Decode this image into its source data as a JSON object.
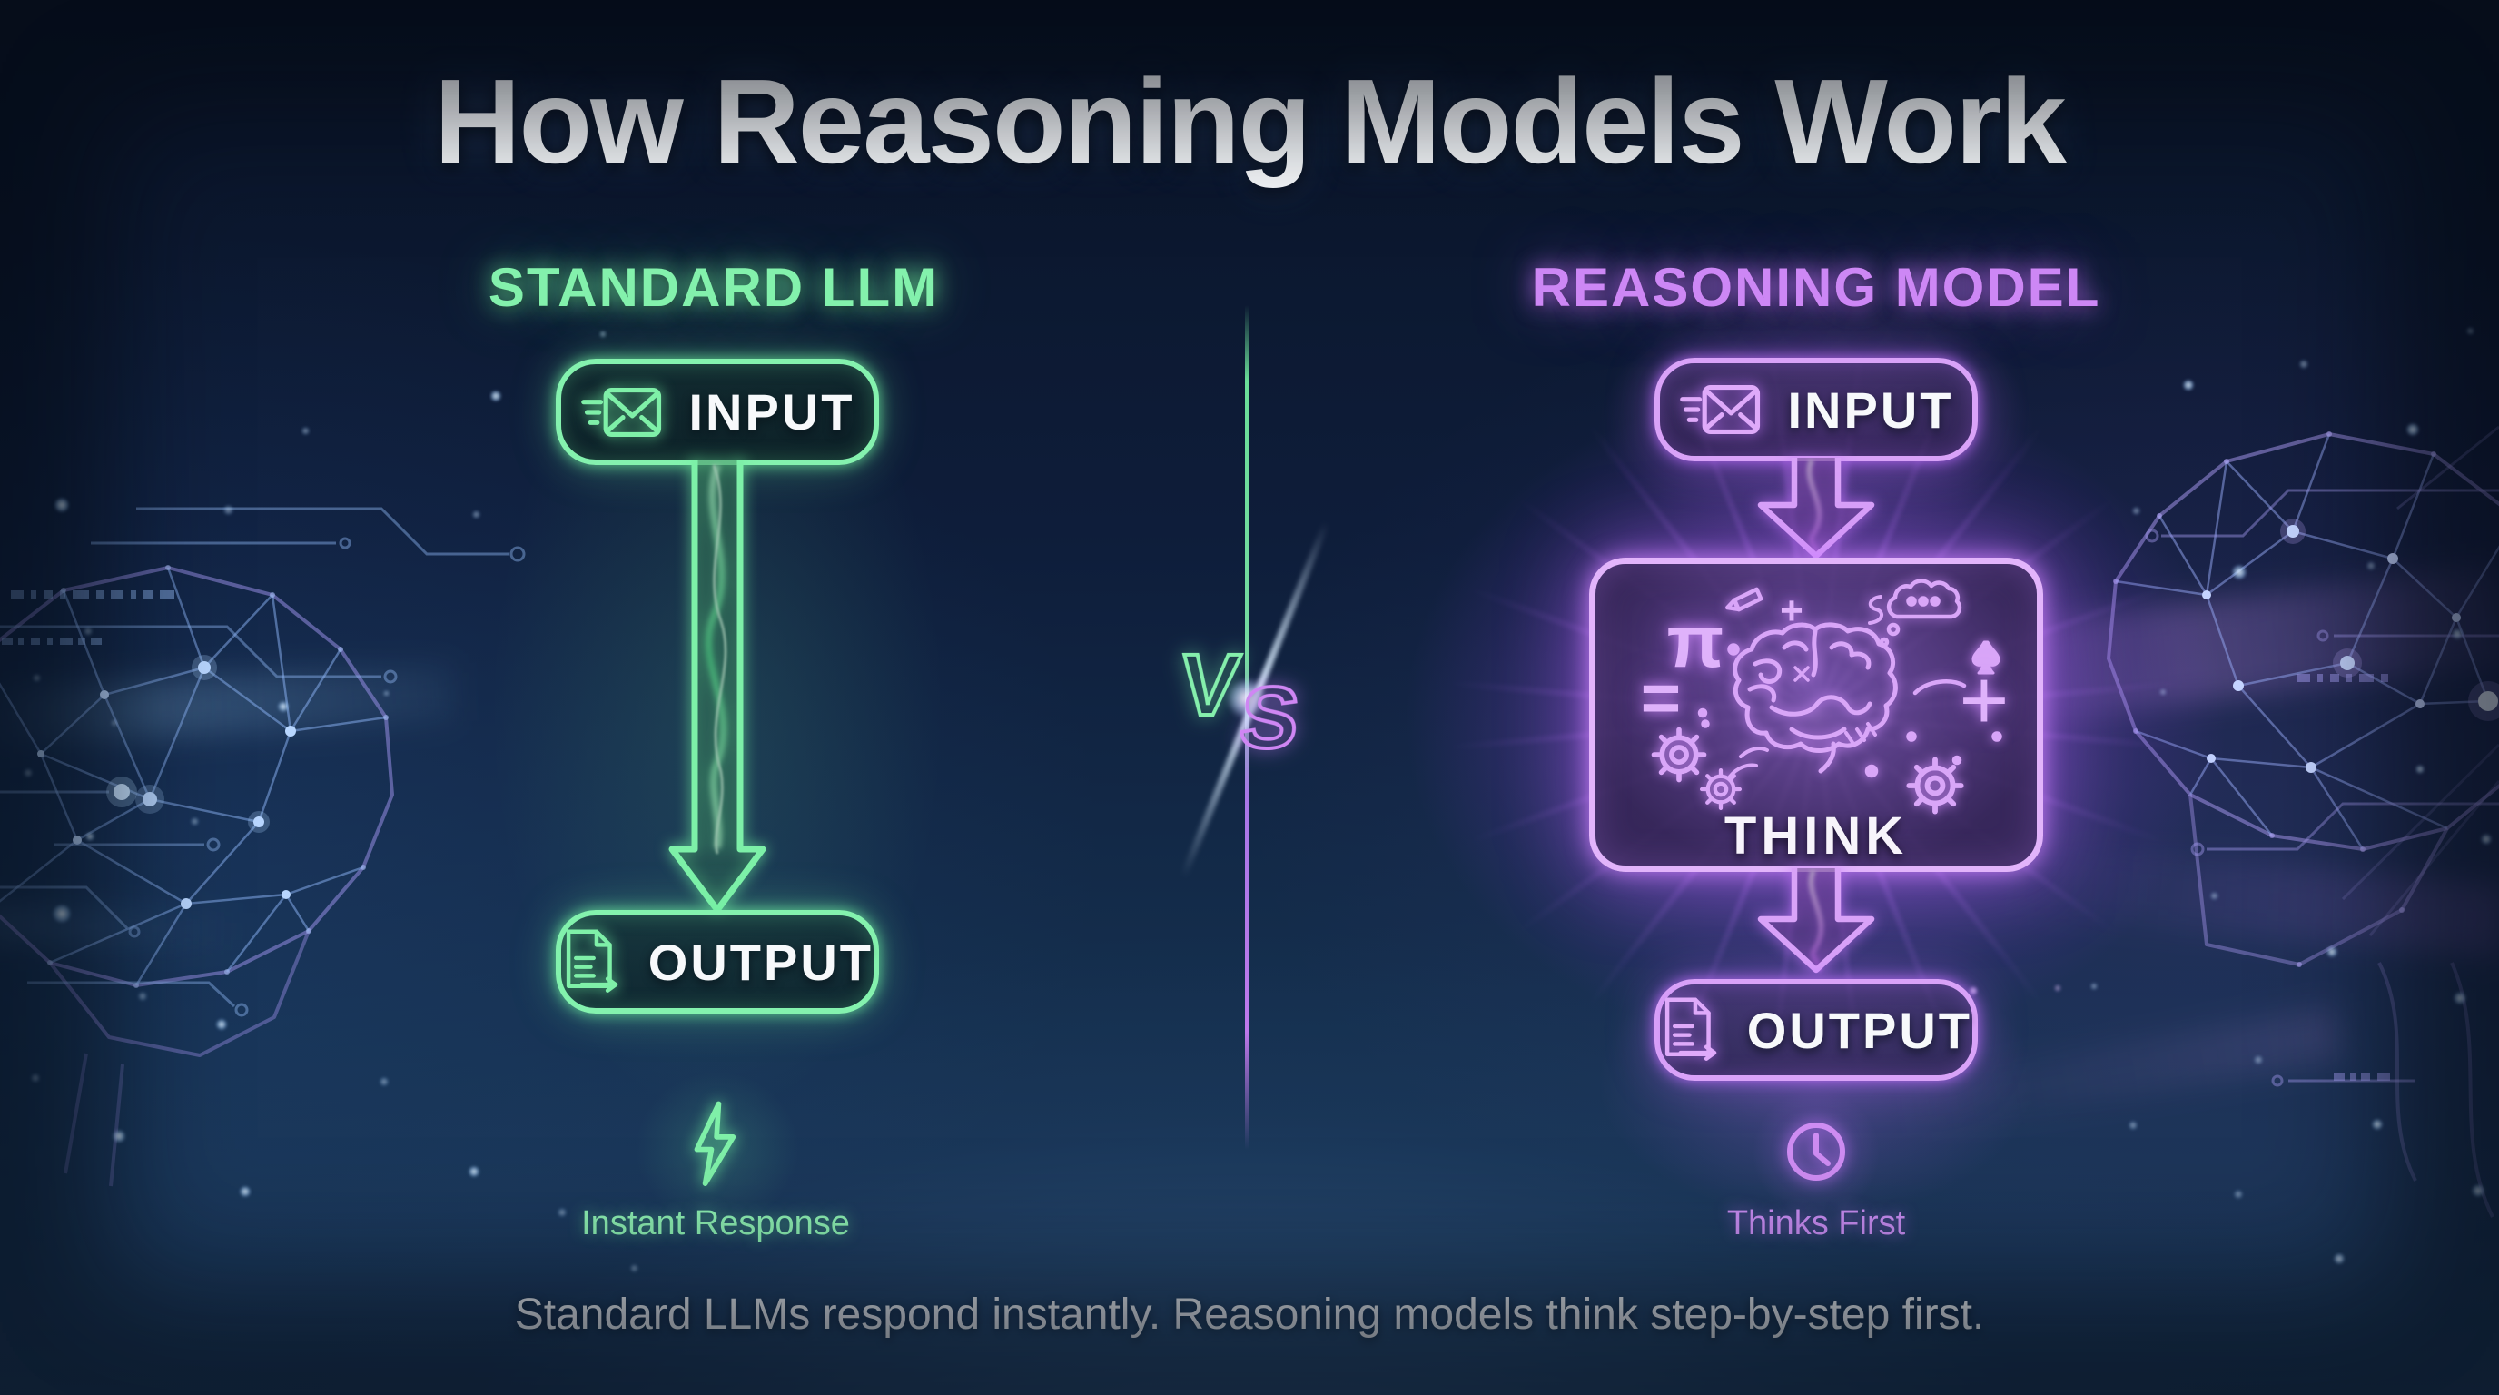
{
  "title": "How Reasoning Models Work",
  "caption": "Standard LLMs respond instantly. Reasoning models think step-by-step first.",
  "divider": {
    "v": "V",
    "s": "S"
  },
  "colors": {
    "background_navy": "#0e1d3a",
    "green_accent": "#7df0a8",
    "purple_accent": "#c77cf2",
    "label_white": "#f7f9fb"
  },
  "standard_llm": {
    "heading": "STANDARD LLM",
    "input_label": "INPUT",
    "output_label": "OUTPUT",
    "tagline": "Instant Response"
  },
  "reasoning_model": {
    "heading": "REASONING MODEL",
    "input_label": "INPUT",
    "think_label": "THINK",
    "output_label": "OUTPUT",
    "tagline": "Thinks First",
    "think_symbols": {
      "pi": "π",
      "equals": "=",
      "plus_large": "+",
      "plus_small": "+"
    }
  },
  "icons": {
    "standard_input": "speeding-envelope-icon",
    "standard_output": "document-export-icon",
    "standard_tagline": "lightning-bolt-icon",
    "reasoning_input": "speeding-envelope-icon",
    "reasoning_think": "brain-doodles-icon",
    "reasoning_output": "document-export-icon",
    "reasoning_tagline": "clock-icon",
    "divider_flare": "lens-flare"
  }
}
